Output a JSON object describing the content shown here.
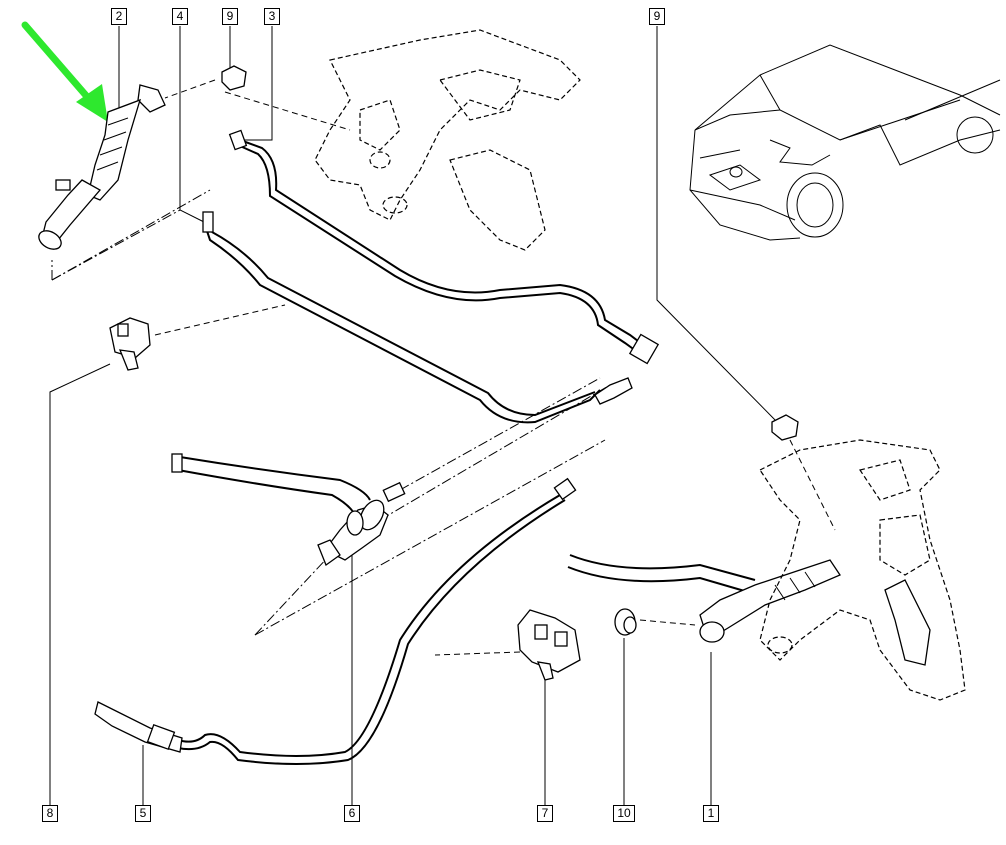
{
  "callouts": {
    "c2": "2",
    "c4": "4",
    "c9a": "9",
    "c3": "3",
    "c9b": "9",
    "c8": "8",
    "c5": "5",
    "c6": "6",
    "c7": "7",
    "c10": "10",
    "c1": "1"
  },
  "colors": {
    "arrow": "#2ee82e",
    "ink": "#000000",
    "background": "#ffffff"
  }
}
